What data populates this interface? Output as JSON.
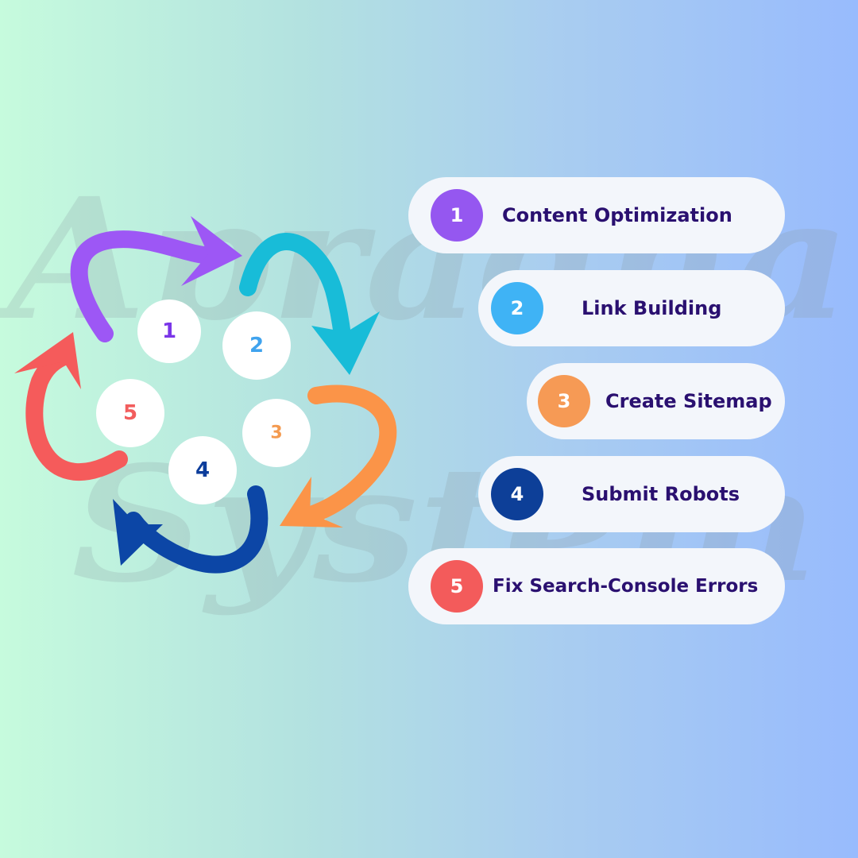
{
  "watermark": {
    "line1": "Apradha",
    "line2": "System"
  },
  "cycle": {
    "nodes": [
      {
        "number": "1",
        "color": "#7a35e8"
      },
      {
        "number": "2",
        "color": "#3fa3ee"
      },
      {
        "number": "3",
        "color": "#f49a4f"
      },
      {
        "number": "4",
        "color": "#0c3d9b"
      },
      {
        "number": "5",
        "color": "#f25d5d"
      }
    ],
    "arrow_colors": {
      "arrow_1_to_2": "#9d57f5",
      "arrow_2_to_3": "#18bcd8",
      "arrow_3_to_4": "#fb9448",
      "arrow_4_to_5": "#0c46a6",
      "arrow_5_to_1": "#f55b5b"
    }
  },
  "steps": [
    {
      "number": "1",
      "label": "Content Optimization",
      "badge_color": "#9557f0"
    },
    {
      "number": "2",
      "label": "Link Building",
      "badge_color": "#3fb3f5"
    },
    {
      "number": "3",
      "label": "Create Sitemap",
      "badge_color": "#f69a55"
    },
    {
      "number": "4",
      "label": "Submit Robots",
      "badge_color": "#0d3f98"
    },
    {
      "number": "5",
      "label": "Fix Search-Console Errors",
      "badge_color": "#f35b5b"
    }
  ]
}
